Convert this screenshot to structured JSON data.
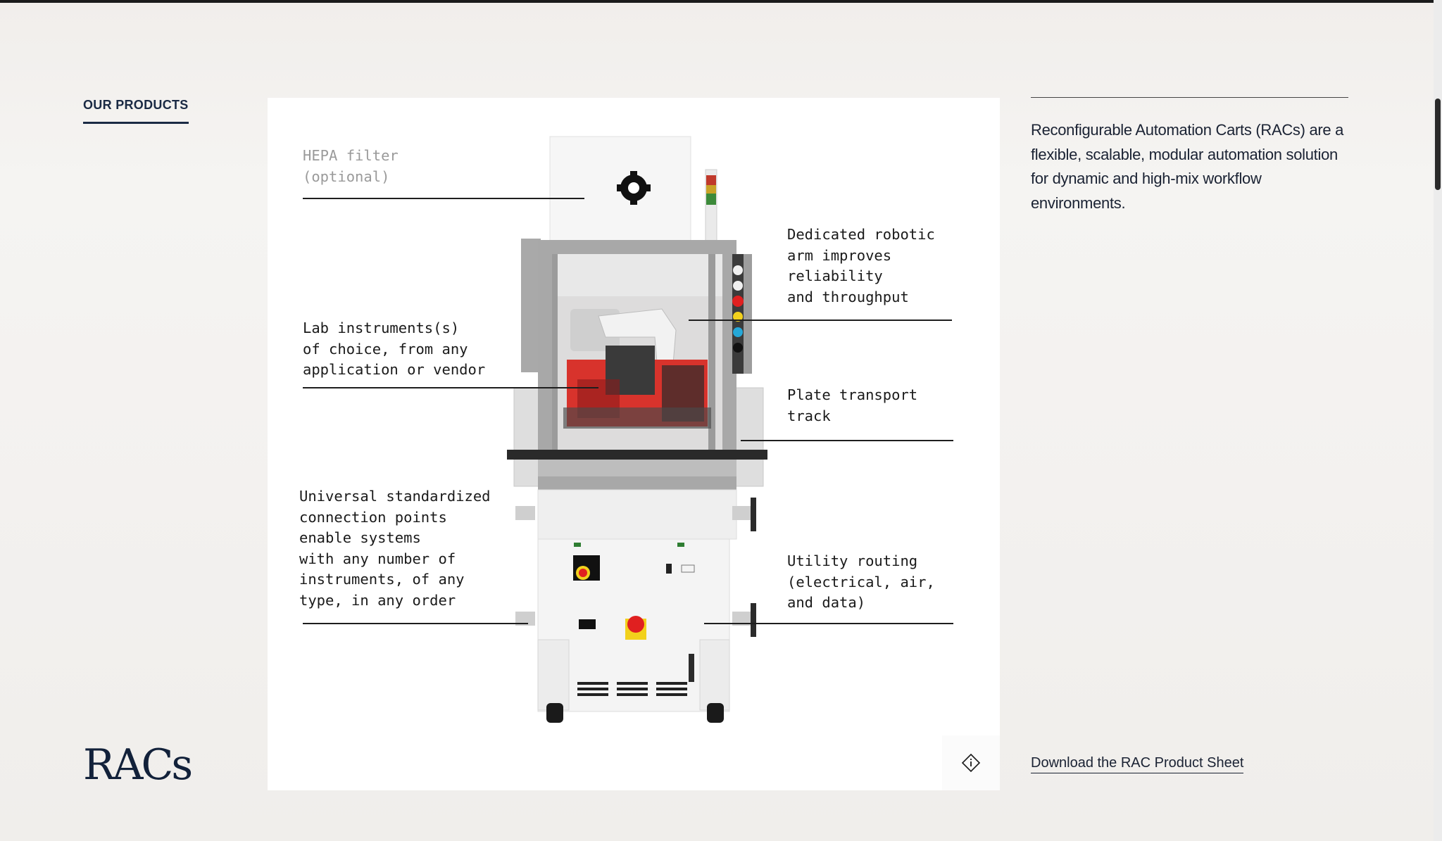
{
  "section": {
    "eyebrow": "OUR PRODUCTS",
    "title": "RACs"
  },
  "diagram": {
    "callouts": {
      "hepa": "HEPA filter\n(optional)",
      "robotic_arm": "Dedicated robotic\narm improves\nreliability\nand throughput",
      "lab_instruments": "Lab instruments(s)\nof choice, from any\napplication or vendor",
      "plate_track": "Plate transport\ntrack",
      "connection_points": "Universal standardized\nconnection points\nenable systems\nwith any number of\ninstruments, of any\ntype, in any order",
      "utility_routing": "Utility routing\n(electrical, air,\nand data)"
    },
    "info_icon": "info-diamond-icon"
  },
  "sidebar": {
    "description": "Reconfigurable Automation Carts (RACs) are a flexible, scalable, modular automation solution for dynamic and high-mix workflow environments.",
    "download_label": "Download the RAC Product Sheet"
  },
  "colors": {
    "text_dark": "#1a2233",
    "panel": "#ffffff",
    "page": "#f2f0ed",
    "accent_red": "#e8242a"
  }
}
